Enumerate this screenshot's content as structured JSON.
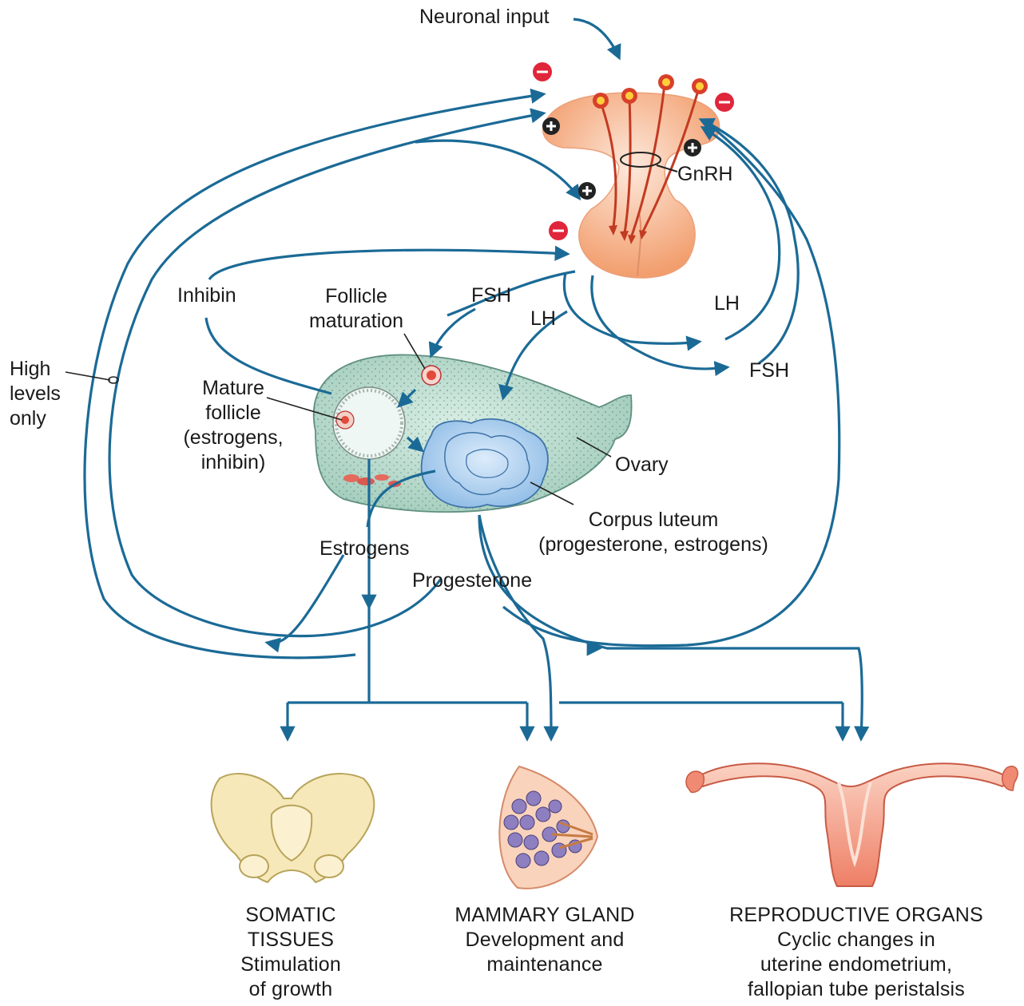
{
  "labels": {
    "neuronal_input": "Neuronal input",
    "gnrh": "GnRH",
    "inhibin": "Inhibin",
    "follicle_maturation": [
      "Follicle",
      "maturation"
    ],
    "fsh_left": "FSH",
    "lh_left": "LH",
    "lh_right": "LH",
    "fsh_right": "FSH",
    "high_levels_only": [
      "High",
      "levels",
      "only"
    ],
    "mature_follicle": [
      "Mature",
      "follicle",
      "(estrogens,",
      "inhibin)"
    ],
    "ovary": "Ovary",
    "corpus_luteum": [
      "Corpus luteum",
      "(progesterone, estrogens)"
    ],
    "estrogens": "Estrogens",
    "progesterone": "Progesterone"
  },
  "targets": {
    "somatic": [
      "SOMATIC",
      "TISSUES",
      "Stimulation",
      "of growth"
    ],
    "mammary": [
      "MAMMARY GLAND",
      "Development and",
      "maintenance"
    ],
    "reproductive": [
      "REPRODUCTIVE ORGANS",
      "Cyclic changes in",
      "uterine endometrium,",
      "fallopian tube peristalsis"
    ]
  },
  "signs": {
    "plus": "+",
    "minus": "−"
  },
  "colors": {
    "arrow": "#1b6a96",
    "minus": "#e0263a",
    "plus": "#222222",
    "pituitary": "#f5a77a",
    "ovary": "#b9dccf",
    "corpus_luteum": "#a7cdee",
    "bone": "#f6e8b8",
    "uterus": "#f08a72",
    "gland": "#8e7fc0"
  }
}
